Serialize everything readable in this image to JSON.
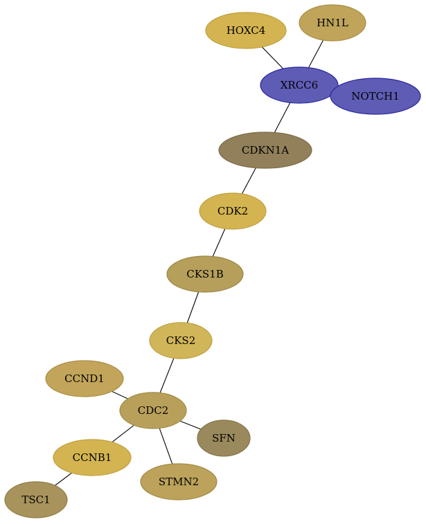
{
  "graph": {
    "nodes": [
      {
        "id": "HOXC4",
        "label": "HOXC4",
        "fill": "#D4B450",
        "stroke": "#C0A040"
      },
      {
        "id": "HN1L",
        "label": "HN1L",
        "fill": "#BFA45A",
        "stroke": "#A88F45"
      },
      {
        "id": "XRCC6",
        "label": "XRCC6",
        "fill": "#5E5CB4",
        "stroke": "#2A28A0"
      },
      {
        "id": "NOTCH1",
        "label": "NOTCH1",
        "fill": "#5E5CB4",
        "stroke": "#2A28A0"
      },
      {
        "id": "CDKN1A",
        "label": "CDKN1A",
        "fill": "#918059",
        "stroke": "#7D6D48"
      },
      {
        "id": "CDK2",
        "label": "CDK2",
        "fill": "#D4B450",
        "stroke": "#C0A040"
      },
      {
        "id": "CKS1B",
        "label": "CKS1B",
        "fill": "#B59F5B",
        "stroke": "#9C8746"
      },
      {
        "id": "CKS2",
        "label": "CKS2",
        "fill": "#D1B559",
        "stroke": "#BDA045"
      },
      {
        "id": "CCND1",
        "label": "CCND1",
        "fill": "#C2A55A",
        "stroke": "#AA8F45"
      },
      {
        "id": "CDC2",
        "label": "CDC2",
        "fill": "#B9A05A",
        "stroke": "#A08945"
      },
      {
        "id": "SFN",
        "label": "SFN",
        "fill": "#9A895C",
        "stroke": "#857548"
      },
      {
        "id": "CCNB1",
        "label": "CCNB1",
        "fill": "#D4B450",
        "stroke": "#C0A040"
      },
      {
        "id": "STMN2",
        "label": "STMN2",
        "fill": "#BCA25A",
        "stroke": "#A38B45"
      },
      {
        "id": "TSC1",
        "label": "TSC1",
        "fill": "#A8935C",
        "stroke": "#917E48"
      }
    ],
    "edges": [
      {
        "from": "HOXC4",
        "to": "XRCC6"
      },
      {
        "from": "HN1L",
        "to": "XRCC6"
      },
      {
        "from": "XRCC6",
        "to": "CDKN1A"
      },
      {
        "from": "CDKN1A",
        "to": "CDK2"
      },
      {
        "from": "CDK2",
        "to": "CKS1B"
      },
      {
        "from": "CKS1B",
        "to": "CKS2"
      },
      {
        "from": "CKS2",
        "to": "CDC2"
      },
      {
        "from": "CCND1",
        "to": "CDC2"
      },
      {
        "from": "CDC2",
        "to": "SFN"
      },
      {
        "from": "CDC2",
        "to": "CCNB1"
      },
      {
        "from": "CDC2",
        "to": "STMN2"
      },
      {
        "from": "CCNB1",
        "to": "TSC1"
      }
    ]
  }
}
